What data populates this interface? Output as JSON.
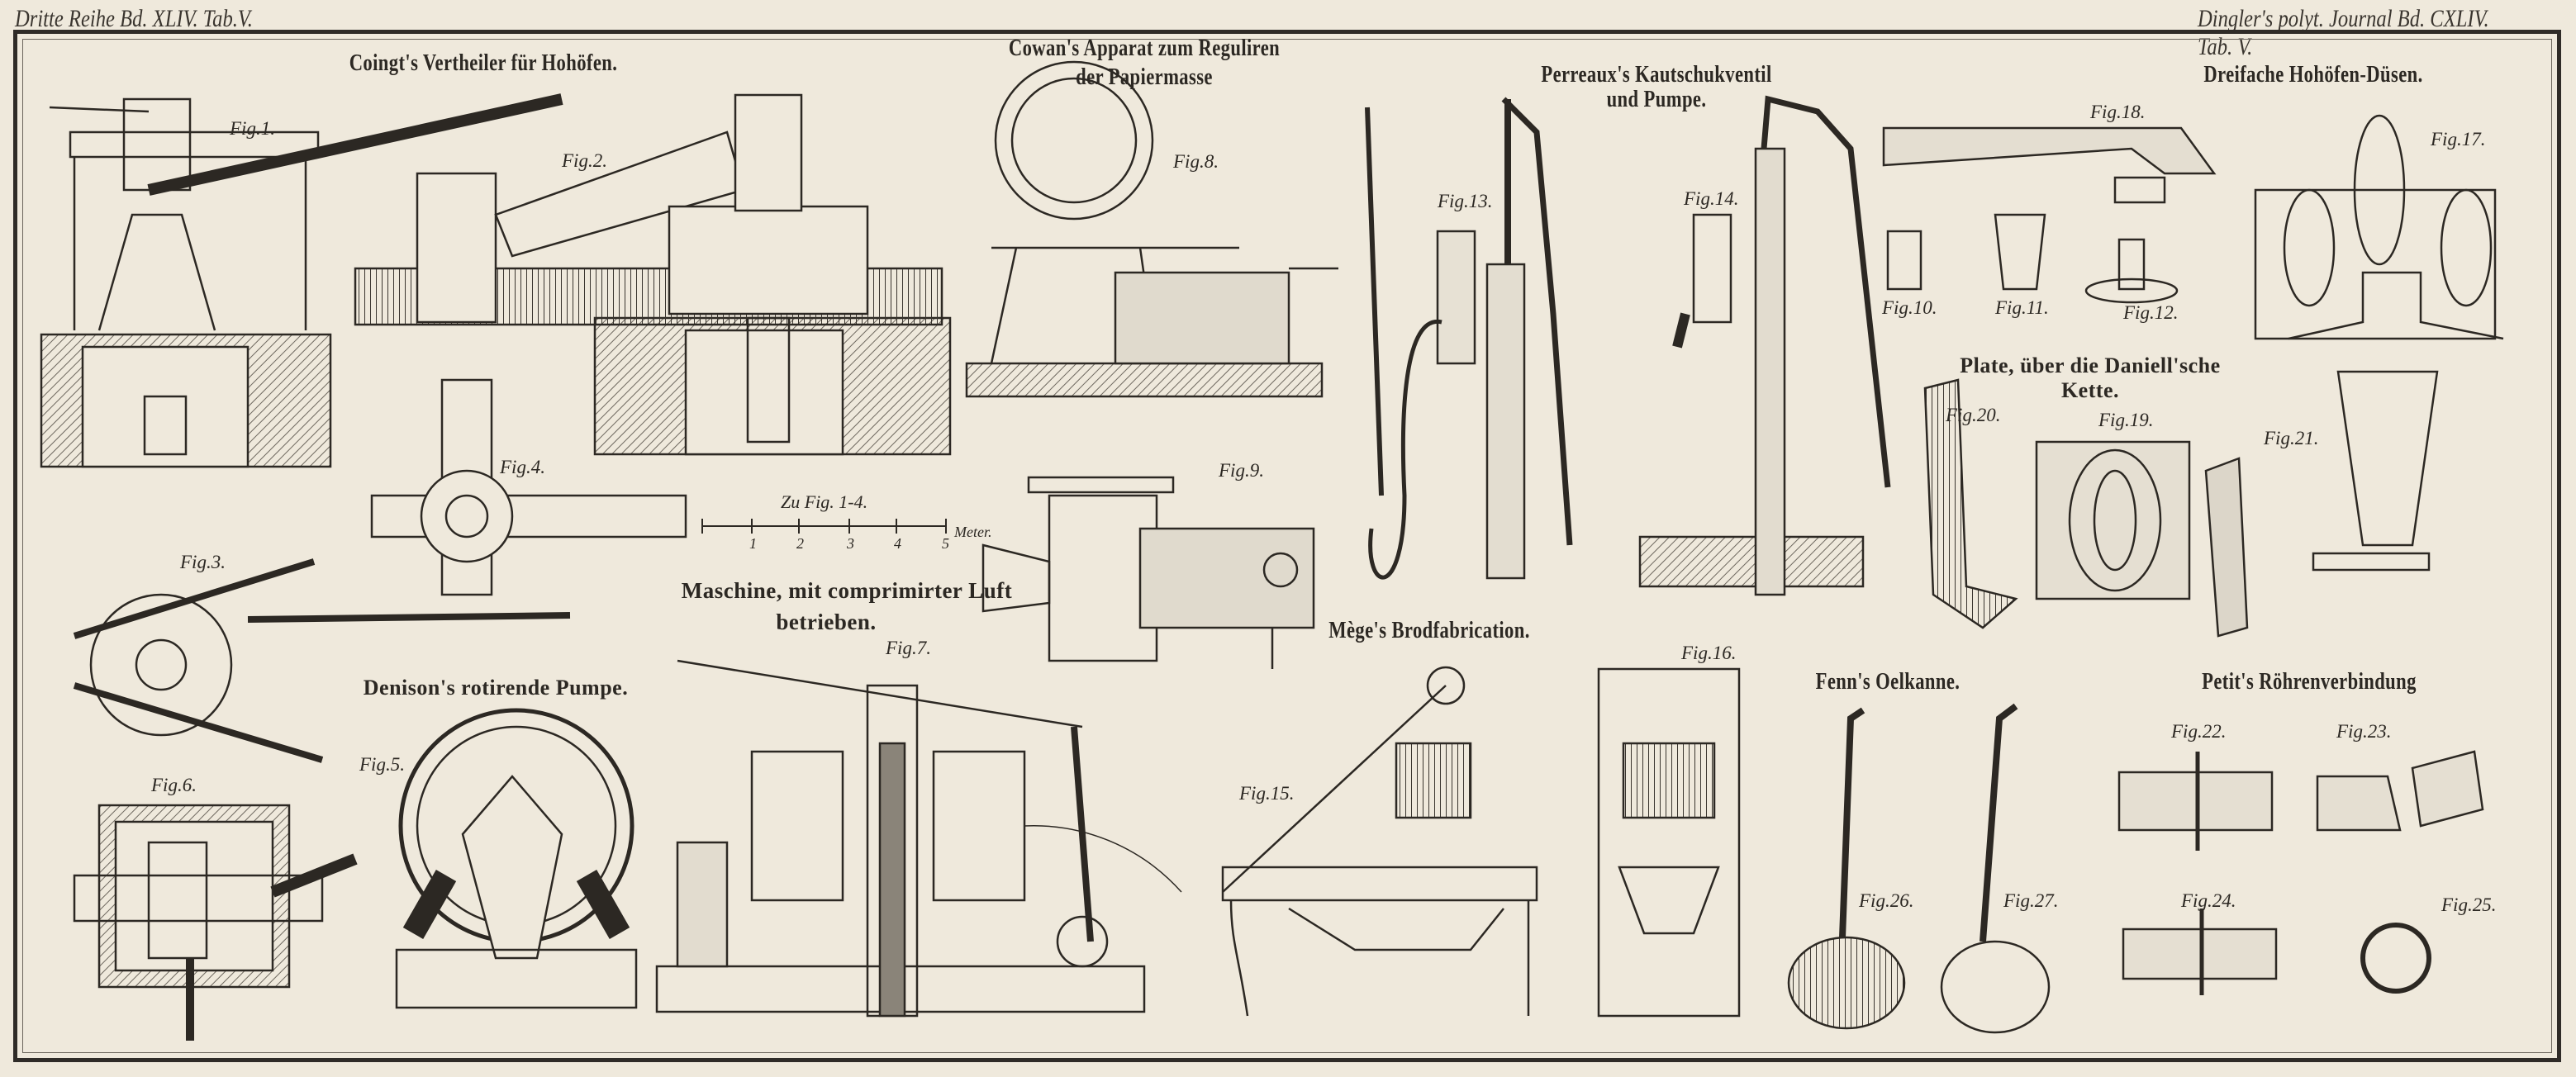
{
  "header": {
    "left": "Dritte Reihe Bd. XLIV. Tab.V.",
    "right": "Dingler's polyt. Journal Bd. CXLIV. Tab. V."
  },
  "titles": {
    "coingt": "Coingt's Vertheiler für Hohöfen.",
    "cowan_1": "Cowan's Apparat zum Reguliren",
    "cowan_2": "der Papiermasse",
    "perreaux_1": "Perreaux's Kautschukventil",
    "perreaux_2": "und Pumpe.",
    "dreifache": "Dreifache Hohöfen-Düsen.",
    "plate_1": "Plate, über die Daniell'sche",
    "plate_2": "Kette.",
    "denison": "Denison's rotirende Pumpe.",
    "maschine_1": "Maschine, mit comprimirter Luft",
    "maschine_2": "betrieben.",
    "mege": "Mège's Brodfabrication.",
    "fenn": "Fenn's Oelkanne.",
    "petit": "Petit's Röhrenverbindung"
  },
  "scale": {
    "label": "Zu Fig. 1-4.",
    "ticks": [
      "1",
      "2",
      "3",
      "4",
      "5"
    ],
    "unit": "Meter."
  },
  "figures": {
    "f1": "Fig.1.",
    "f2": "Fig.2.",
    "f3": "Fig.3.",
    "f4": "Fig.4.",
    "f5": "Fig.5.",
    "f6": "Fig.6.",
    "f7": "Fig.7.",
    "f8": "Fig.8.",
    "f9": "Fig.9.",
    "f10": "Fig.10.",
    "f11": "Fig.11.",
    "f12": "Fig.12.",
    "f13": "Fig.13.",
    "f14": "Fig.14.",
    "f15": "Fig.15.",
    "f16": "Fig.16.",
    "f17": "Fig.17.",
    "f18": "Fig.18.",
    "f19": "Fig.19.",
    "f20": "Fig.20.",
    "f21": "Fig.21.",
    "f22": "Fig.22.",
    "f23": "Fig.23.",
    "f24": "Fig.24.",
    "f25": "Fig.25.",
    "f26": "Fig.26.",
    "f27": "Fig.27."
  },
  "colors": {
    "paper": "#efe9dc",
    "ink": "#2c2823"
  }
}
